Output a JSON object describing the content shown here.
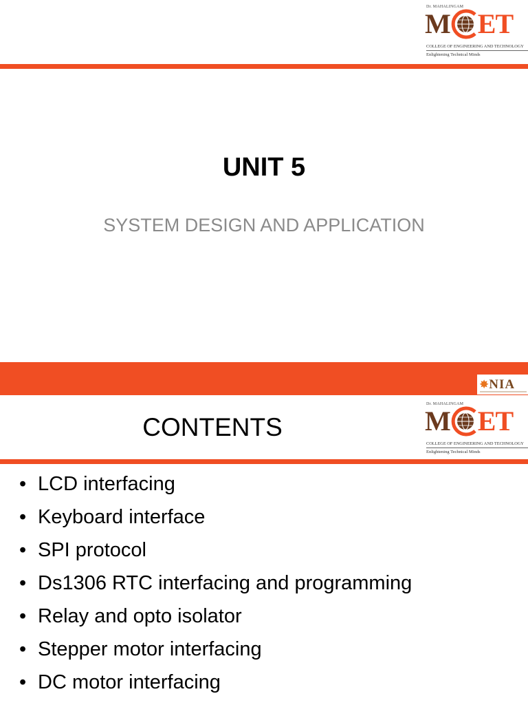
{
  "logo": {
    "top_line": "Dr. MAHALINGAM",
    "mark_left": "M",
    "mark_right": "ET",
    "college_name": "COLLEGE OF ENGINEERING AND TECHNOLOGY",
    "tagline": "Enlightening Technical Minds",
    "colors": {
      "brown": "#6b3a1e",
      "orange": "#f04e23"
    }
  },
  "slide1": {
    "title": "UNIT 5",
    "subtitle": "SYSTEM DESIGN AND APPLICATION"
  },
  "slide2": {
    "badge": "NIA",
    "title": "CONTENTS",
    "items": [
      "LCD interfacing",
      "Keyboard interface",
      "SPI protocol",
      "Ds1306 RTC interfacing and programming",
      "Relay and opto isolator",
      "Stepper motor interfacing",
      "DC motor interfacing"
    ]
  },
  "theme": {
    "accent": "#f04e23",
    "subtitle_gray": "#8a8a8a"
  }
}
